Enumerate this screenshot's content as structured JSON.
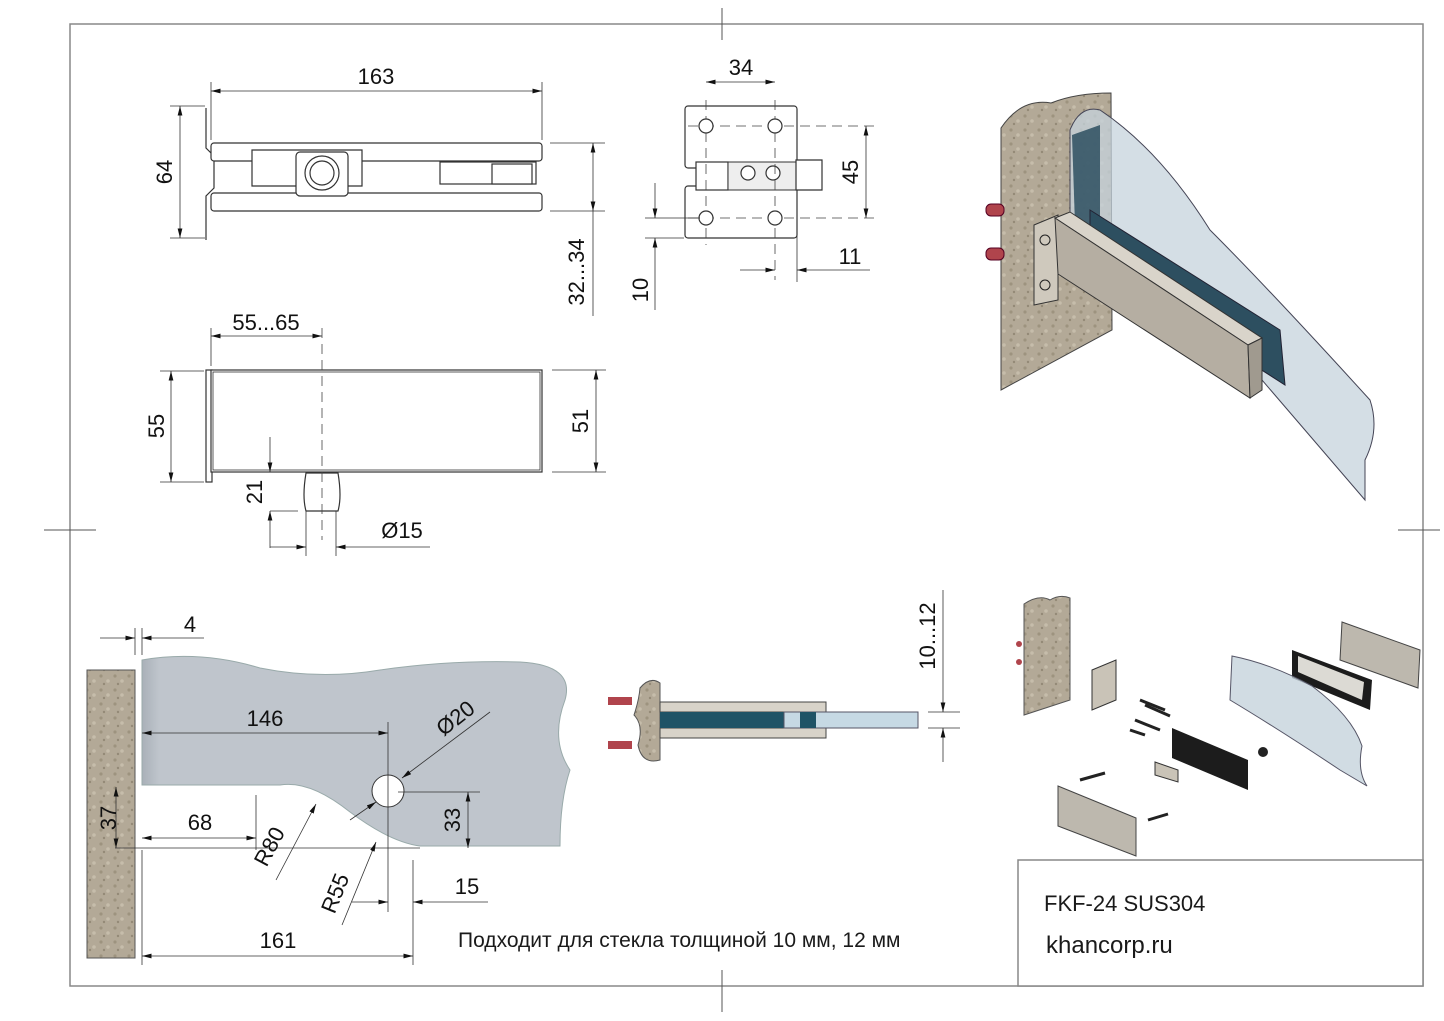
{
  "sheet": {
    "title_block": {
      "model": "FKF-24 SUS304",
      "website": "khancorp.ru"
    },
    "note": "Подходит для стекла толщиной 10 мм, 12 мм"
  },
  "views": {
    "top_view": {
      "dims": {
        "length": "163",
        "height": "64",
        "glass_gap": "32...34"
      }
    },
    "end_view": {
      "dims": {
        "hole_spacing_x": "34",
        "hole_spacing_y": "45",
        "edge_offset_x": "11",
        "edge_offset_y": "10"
      }
    },
    "front_view": {
      "dims": {
        "pivot_offset": "55...65",
        "height_left": "55",
        "height_right": "51",
        "pin_height": "21",
        "pin_diameter": "Ø15"
      }
    },
    "glass_cutout_view": {
      "dims": {
        "gap": "4",
        "to_hole": "146",
        "hole_diameter": "Ø20",
        "lower_edge": "37",
        "notch_start": "68",
        "radius_large": "R80",
        "radius_small": "R55",
        "hole_height": "33",
        "hole_to_corner": "15",
        "overall": "161"
      }
    },
    "section_view": {
      "dims": {
        "glass_thickness": "10...12"
      }
    },
    "iso_view": {
      "label": "assembled-isometric"
    },
    "exploded_view": {
      "label": "exploded-isometric"
    }
  },
  "colors": {
    "wall": "#b3a997",
    "glass": "#c6d3dc",
    "glass_dark": "#2d4f60",
    "steel": "#bdb8ae",
    "gasket": "#1c1c1c",
    "dowel": "#b0444c",
    "glass_panel_flat": "#bcc2c9"
  }
}
